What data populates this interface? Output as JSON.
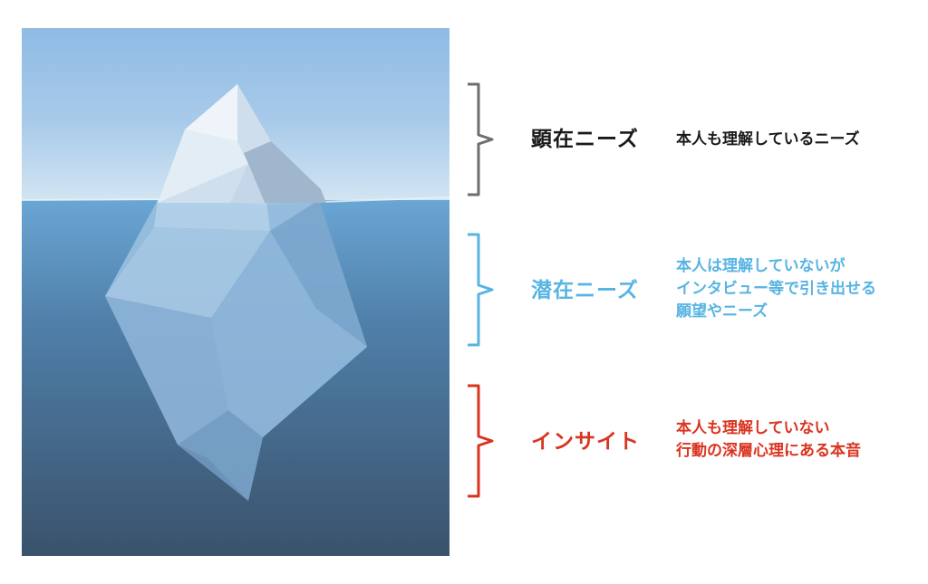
{
  "colors": {
    "explicit": "#1a1a1a",
    "explicit_brace": "#6e6e6e",
    "latent": "#57b4e3",
    "insight": "#d9341f",
    "sky_top": "#9bc2e6",
    "sky_bottom": "#c9dff0",
    "sea_top": "#5f9ccc",
    "sea_bottom": "#3d5873"
  },
  "illustration": {
    "icon": "iceberg-icon"
  },
  "levels": {
    "explicit": {
      "title": "顕在ニーズ",
      "desc_lines": [
        "本人も理解しているニーズ"
      ]
    },
    "latent": {
      "title": "潜在ニーズ",
      "desc_lines": [
        "本人は理解していないが",
        "インタビュー等で引き出せる",
        "願望やニーズ"
      ]
    },
    "insight": {
      "title": "インサイト",
      "desc_lines": [
        "本人も理解していない",
        "行動の深層心理にある本音"
      ]
    }
  }
}
